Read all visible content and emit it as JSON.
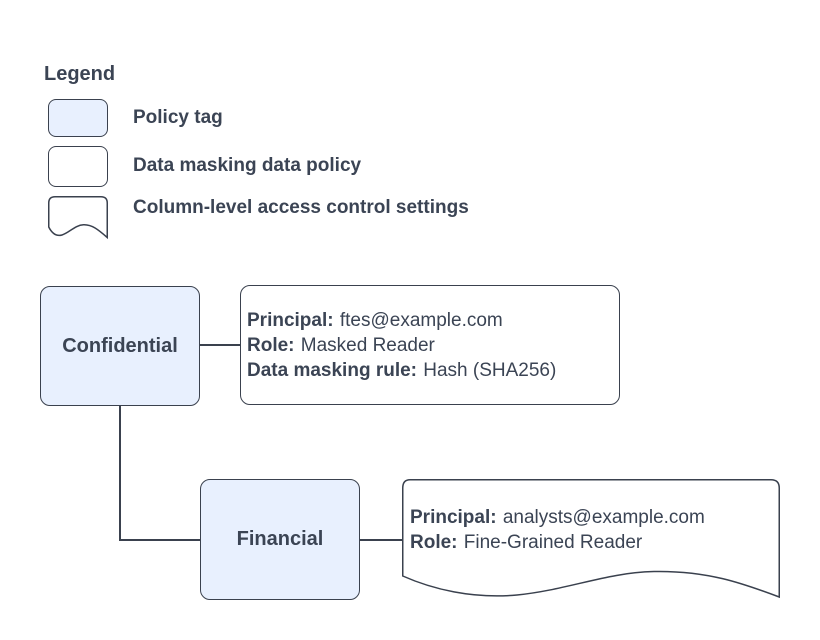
{
  "colors": {
    "node_fill": "#e8f0fe",
    "stroke": "#3a414e",
    "text": "#3b4454",
    "background": "#ffffff"
  },
  "legend": {
    "title": "Legend",
    "items": [
      {
        "id": "policy-tag",
        "label": "Policy tag"
      },
      {
        "id": "data-masking-data-policy",
        "label": "Data masking data policy"
      },
      {
        "id": "column-level-access-control-settings",
        "label": "Column-level access control settings"
      }
    ]
  },
  "diagram": {
    "confidential": {
      "label": "Confidential"
    },
    "financial": {
      "label": "Financial"
    },
    "masking_policy": {
      "lines": [
        {
          "key": "Principal:",
          "value": "ftes@example.com"
        },
        {
          "key": "Role:",
          "value": "Masked Reader"
        },
        {
          "key": "Data masking rule:",
          "value": "Hash (SHA256)"
        }
      ]
    },
    "access_settings": {
      "lines": [
        {
          "key": "Principal:",
          "value": "analysts@example.com"
        },
        {
          "key": "Role:",
          "value": "Fine-Grained Reader"
        }
      ]
    }
  }
}
